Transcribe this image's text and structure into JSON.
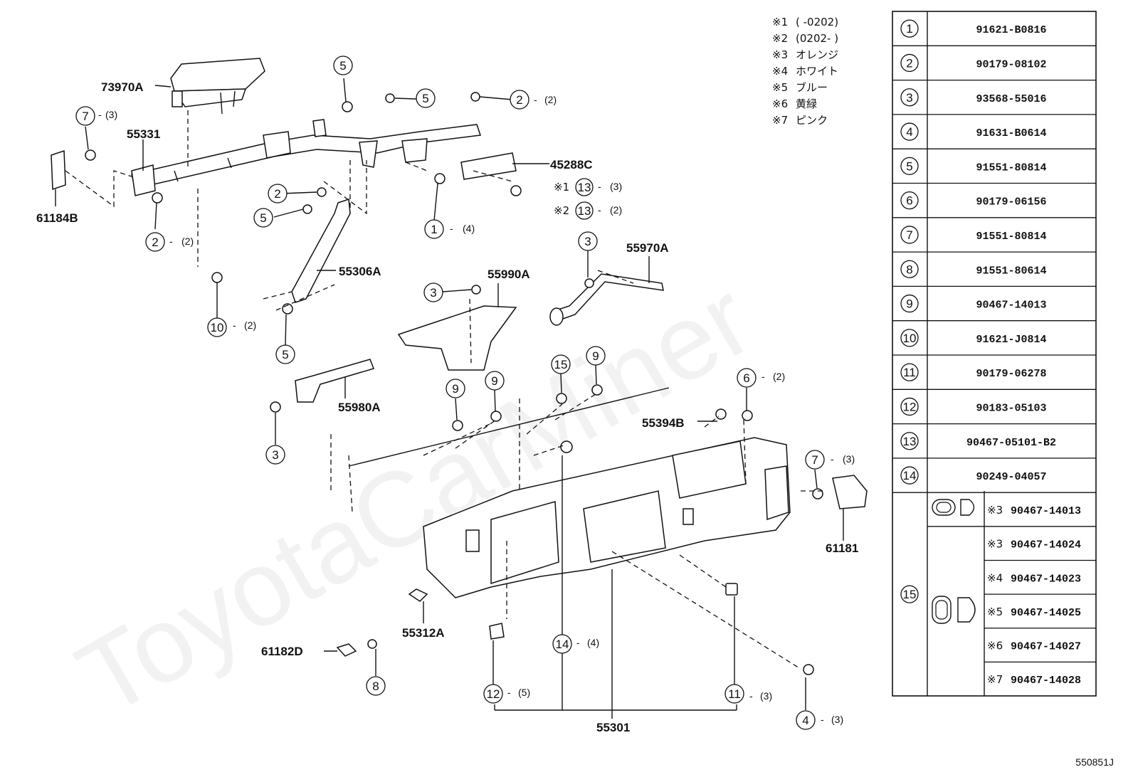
{
  "watermark": "ToyotaCarMiner",
  "footer_code": "550851J",
  "notes": [
    {
      "mark": "※1",
      "text": "(       -0202)"
    },
    {
      "mark": "※2",
      "text": "(0202-       )"
    },
    {
      "mark": "※3",
      "text": "オレンジ"
    },
    {
      "mark": "※4",
      "text": "ホワイト"
    },
    {
      "mark": "※5",
      "text": "ブルー"
    },
    {
      "mark": "※6",
      "text": "黄緑"
    },
    {
      "mark": "※7",
      "text": "ピンク"
    }
  ],
  "parts_table": [
    {
      "ref": "1",
      "part": "91621-B0816"
    },
    {
      "ref": "2",
      "part": "90179-08102"
    },
    {
      "ref": "3",
      "part": "93568-55016"
    },
    {
      "ref": "4",
      "part": "91631-B0614"
    },
    {
      "ref": "5",
      "part": "91551-80814"
    },
    {
      "ref": "6",
      "part": "90179-06156"
    },
    {
      "ref": "7",
      "part": "91551-80814"
    },
    {
      "ref": "8",
      "part": "91551-80614"
    },
    {
      "ref": "9",
      "part": "90467-14013"
    },
    {
      "ref": "10",
      "part": "91621-J0814"
    },
    {
      "ref": "11",
      "part": "90179-06278"
    },
    {
      "ref": "12",
      "part": "90183-05103"
    },
    {
      "ref": "13",
      "part": "90467-05101-B2"
    },
    {
      "ref": "14",
      "part": "90249-04057"
    }
  ],
  "variants": {
    "ref": "15",
    "rows": [
      {
        "mark": "※3",
        "part": "90467-14013"
      },
      {
        "mark": "※3",
        "part": "90467-14024"
      },
      {
        "mark": "※4",
        "part": "90467-14023"
      },
      {
        "mark": "※5",
        "part": "90467-14025"
      },
      {
        "mark": "※6",
        "part": "90467-14027"
      },
      {
        "mark": "※7",
        "part": "90467-14028"
      }
    ]
  },
  "part_labels": {
    "p73970A": "73970A",
    "p55331": "55331",
    "p61184B": "61184B",
    "p45288C": "45288C",
    "p55306A": "55306A",
    "p55970A": "55970A",
    "p55990A": "55990A",
    "p55980A": "55980A",
    "p55394B": "55394B",
    "p61181": "61181",
    "p55312A": "55312A",
    "p61182D": "61182D",
    "p55301": "55301"
  },
  "callouts": [
    {
      "num": "5",
      "qty": ""
    },
    {
      "num": "5",
      "qty": ""
    },
    {
      "num": "2",
      "qty": "(2)"
    },
    {
      "num": "7",
      "qty": "(3)"
    },
    {
      "num": "2",
      "qty": ""
    },
    {
      "num": "5",
      "qty": ""
    },
    {
      "num": "2",
      "qty": "(2)"
    },
    {
      "num": "1",
      "qty": "(4)"
    },
    {
      "num": "13",
      "qty": "(3)",
      "mark": "※1"
    },
    {
      "num": "13",
      "qty": "(2)",
      "mark": "※2"
    },
    {
      "num": "10",
      "qty": "(2)"
    },
    {
      "num": "5",
      "qty": ""
    },
    {
      "num": "3",
      "qty": ""
    },
    {
      "num": "3",
      "qty": ""
    },
    {
      "num": "3",
      "qty": ""
    },
    {
      "num": "9",
      "qty": ""
    },
    {
      "num": "9",
      "qty": ""
    },
    {
      "num": "15",
      "qty": ""
    },
    {
      "num": "9",
      "qty": ""
    },
    {
      "num": "6",
      "qty": "(2)"
    },
    {
      "num": "7",
      "qty": "(3)"
    },
    {
      "num": "8",
      "qty": ""
    },
    {
      "num": "14",
      "qty": "(4)"
    },
    {
      "num": "12",
      "qty": "(5)"
    },
    {
      "num": "11",
      "qty": "(3)"
    },
    {
      "num": "4",
      "qty": "(3)"
    }
  ]
}
